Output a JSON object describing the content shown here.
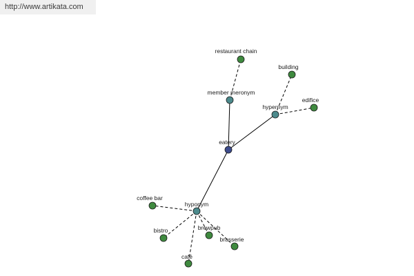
{
  "source": {
    "url_text": "http://www.artikata.com"
  },
  "colors": {
    "root": "#3c4b8c",
    "relation": "#4c8a8c",
    "leaf": "#3f8a3f",
    "edge": "#000000"
  },
  "graph": {
    "nodes": [
      {
        "id": "eatery",
        "label": "eatery",
        "kind": "root"
      },
      {
        "id": "member_meronym",
        "label": "member meronym",
        "kind": "relation"
      },
      {
        "id": "hypernym",
        "label": "hypernym",
        "kind": "relation"
      },
      {
        "id": "hyponym",
        "label": "hyponym",
        "kind": "relation"
      },
      {
        "id": "restaurant_chain",
        "label": "restaurant chain",
        "kind": "leaf"
      },
      {
        "id": "building",
        "label": "building",
        "kind": "leaf"
      },
      {
        "id": "edifice",
        "label": "edifice",
        "kind": "leaf"
      },
      {
        "id": "coffee_bar",
        "label": "coffee bar",
        "kind": "leaf"
      },
      {
        "id": "bistro",
        "label": "bistro",
        "kind": "leaf"
      },
      {
        "id": "brewpub",
        "label": "brewpub",
        "kind": "leaf"
      },
      {
        "id": "brasserie",
        "label": "brasserie",
        "kind": "leaf"
      },
      {
        "id": "cafe",
        "label": "café",
        "kind": "leaf"
      }
    ],
    "edges": [
      {
        "from": "eatery",
        "to": "member_meronym",
        "style": "solid"
      },
      {
        "from": "eatery",
        "to": "hypernym",
        "style": "solid"
      },
      {
        "from": "eatery",
        "to": "hyponym",
        "style": "solid"
      },
      {
        "from": "member_meronym",
        "to": "restaurant_chain",
        "style": "dashed"
      },
      {
        "from": "hypernym",
        "to": "building",
        "style": "dashed"
      },
      {
        "from": "hypernym",
        "to": "edifice",
        "style": "dashed"
      },
      {
        "from": "hyponym",
        "to": "coffee_bar",
        "style": "dashed"
      },
      {
        "from": "hyponym",
        "to": "bistro",
        "style": "dashed"
      },
      {
        "from": "hyponym",
        "to": "brewpub",
        "style": "dashed"
      },
      {
        "from": "hyponym",
        "to": "brasserie",
        "style": "dashed"
      },
      {
        "from": "hyponym",
        "to": "cafe",
        "style": "dashed"
      }
    ]
  }
}
